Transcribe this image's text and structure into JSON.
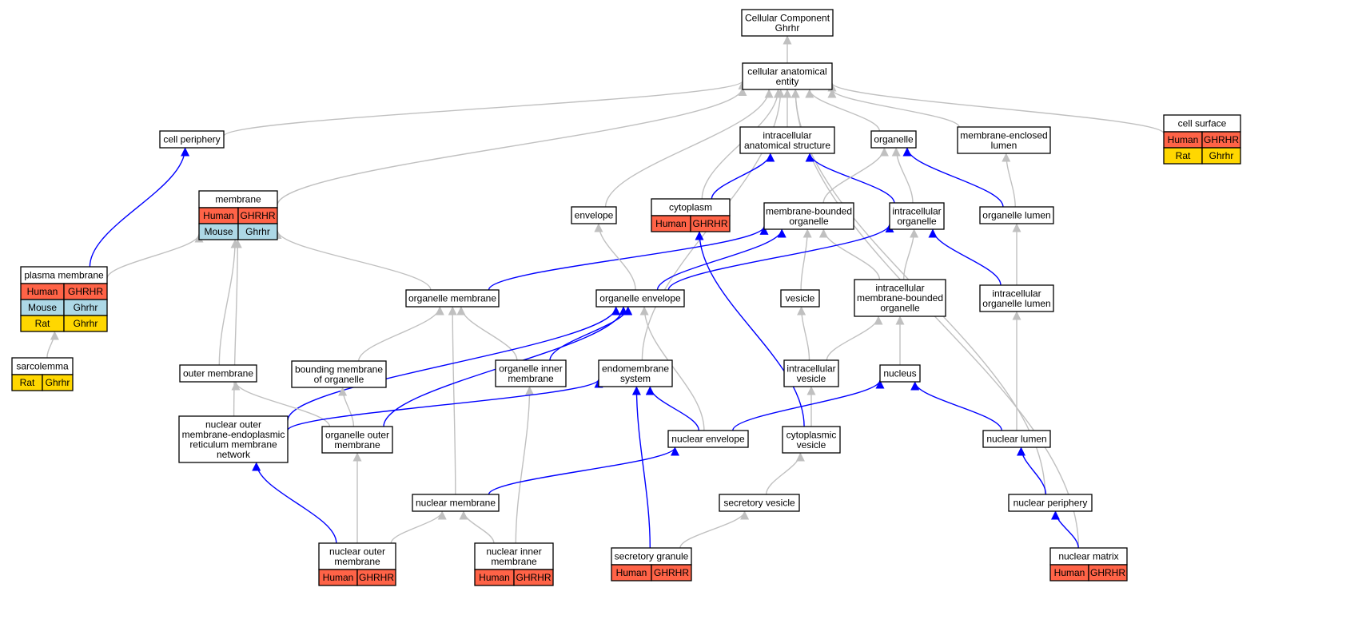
{
  "colors": {
    "human": "#ff6347",
    "mouse": "#add8e6",
    "rat": "#ffd700",
    "is_a_edge": "#c0c0c0",
    "part_of_edge": "#0000ff"
  },
  "nodes": [
    {
      "id": "root",
      "lines": [
        "Cellular Component",
        "Ghrhr"
      ]
    },
    {
      "id": "cae",
      "lines": [
        "cellular anatomical",
        "entity"
      ]
    },
    {
      "id": "cellperiph",
      "lines": [
        "cell periphery"
      ]
    },
    {
      "id": "ias",
      "lines": [
        "intracellular",
        "anatomical structure"
      ]
    },
    {
      "id": "organelle",
      "lines": [
        "organelle"
      ]
    },
    {
      "id": "mel",
      "lines": [
        "membrane-enclosed",
        "lumen"
      ]
    },
    {
      "id": "cellsurface",
      "lines": [
        "cell surface"
      ],
      "orgs": [
        [
          "Human",
          "GHRHR"
        ],
        [
          "Rat",
          "Ghrhr"
        ]
      ]
    },
    {
      "id": "membrane",
      "lines": [
        "membrane"
      ],
      "orgs": [
        [
          "Human",
          "GHRHR"
        ],
        [
          "Mouse",
          "Ghrhr"
        ]
      ]
    },
    {
      "id": "envelope",
      "lines": [
        "envelope"
      ]
    },
    {
      "id": "cytoplasm",
      "lines": [
        "cytoplasm"
      ],
      "orgs": [
        [
          "Human",
          "GHRHR"
        ]
      ]
    },
    {
      "id": "mbo",
      "lines": [
        "membrane-bounded",
        "organelle"
      ]
    },
    {
      "id": "io",
      "lines": [
        "intracellular",
        "organelle"
      ]
    },
    {
      "id": "ol",
      "lines": [
        "organelle lumen"
      ]
    },
    {
      "id": "pm",
      "lines": [
        "plasma membrane"
      ],
      "orgs": [
        [
          "Human",
          "GHRHR"
        ],
        [
          "Mouse",
          "Ghrhr"
        ],
        [
          "Rat",
          "Ghrhr"
        ]
      ]
    },
    {
      "id": "om",
      "lines": [
        "organelle membrane"
      ]
    },
    {
      "id": "oe",
      "lines": [
        "organelle envelope"
      ]
    },
    {
      "id": "vesicle",
      "lines": [
        "vesicle"
      ]
    },
    {
      "id": "imbo",
      "lines": [
        "intracellular",
        "membrane-bounded",
        "organelle"
      ]
    },
    {
      "id": "iol",
      "lines": [
        "intracellular",
        "organelle lumen"
      ]
    },
    {
      "id": "sarcolemma",
      "lines": [
        "sarcolemma"
      ],
      "orgs": [
        [
          "Rat",
          "Ghrhr"
        ]
      ]
    },
    {
      "id": "outermem",
      "lines": [
        "outer membrane"
      ]
    },
    {
      "id": "bmo",
      "lines": [
        "bounding membrane",
        "of organelle"
      ]
    },
    {
      "id": "oim",
      "lines": [
        "organelle inner",
        "membrane"
      ]
    },
    {
      "id": "endo",
      "lines": [
        "endomembrane",
        "system"
      ]
    },
    {
      "id": "iv",
      "lines": [
        "intracellular",
        "vesicle"
      ]
    },
    {
      "id": "nucleus",
      "lines": [
        "nucleus"
      ]
    },
    {
      "id": "nomer",
      "lines": [
        "nuclear outer",
        "membrane-endoplasmic",
        "reticulum membrane",
        "network"
      ]
    },
    {
      "id": "oom",
      "lines": [
        "organelle outer",
        "membrane"
      ]
    },
    {
      "id": "ne",
      "lines": [
        "nuclear envelope"
      ]
    },
    {
      "id": "cv",
      "lines": [
        "cytoplasmic",
        "vesicle"
      ]
    },
    {
      "id": "nl",
      "lines": [
        "nuclear lumen"
      ]
    },
    {
      "id": "nm",
      "lines": [
        "nuclear membrane"
      ]
    },
    {
      "id": "sv",
      "lines": [
        "secretory vesicle"
      ]
    },
    {
      "id": "np",
      "lines": [
        "nuclear periphery"
      ]
    },
    {
      "id": "nom",
      "lines": [
        "nuclear outer",
        "membrane"
      ],
      "orgs": [
        [
          "Human",
          "GHRHR"
        ]
      ]
    },
    {
      "id": "nim",
      "lines": [
        "nuclear inner",
        "membrane"
      ],
      "orgs": [
        [
          "Human",
          "GHRHR"
        ]
      ]
    },
    {
      "id": "sg",
      "lines": [
        "secretory granule"
      ],
      "orgs": [
        [
          "Human",
          "GHRHR"
        ]
      ]
    },
    {
      "id": "nmatrix",
      "lines": [
        "nuclear matrix"
      ],
      "orgs": [
        [
          "Human",
          "GHRHR"
        ]
      ]
    }
  ],
  "edges": [
    {
      "from": "cae",
      "to": "root",
      "type": "is_a"
    },
    {
      "from": "cellperiph",
      "to": "cae",
      "type": "is_a"
    },
    {
      "from": "ias",
      "to": "cae",
      "type": "is_a"
    },
    {
      "from": "organelle",
      "to": "cae",
      "type": "is_a"
    },
    {
      "from": "mel",
      "to": "cae",
      "type": "is_a"
    },
    {
      "from": "cellsurface",
      "to": "cae",
      "type": "is_a"
    },
    {
      "from": "membrane",
      "to": "cae",
      "type": "is_a"
    },
    {
      "from": "envelope",
      "to": "cae",
      "type": "is_a"
    },
    {
      "from": "cytoplasm",
      "to": "cae",
      "type": "is_a"
    },
    {
      "from": "endo",
      "to": "cae",
      "type": "is_a"
    },
    {
      "from": "np",
      "to": "cae",
      "type": "is_a"
    },
    {
      "from": "nmatrix",
      "to": "cae",
      "type": "is_a"
    },
    {
      "from": "cytoplasm",
      "to": "ias",
      "type": "part_of"
    },
    {
      "from": "io",
      "to": "ias",
      "type": "part_of"
    },
    {
      "from": "mbo",
      "to": "organelle",
      "type": "is_a"
    },
    {
      "from": "io",
      "to": "organelle",
      "type": "is_a"
    },
    {
      "from": "ol",
      "to": "organelle",
      "type": "part_of"
    },
    {
      "from": "ol",
      "to": "mel",
      "type": "is_a"
    },
    {
      "from": "pm",
      "to": "cellperiph",
      "type": "part_of"
    },
    {
      "from": "pm",
      "to": "membrane",
      "type": "is_a"
    },
    {
      "from": "om",
      "to": "membrane",
      "type": "is_a"
    },
    {
      "from": "outermem",
      "to": "membrane",
      "type": "is_a"
    },
    {
      "from": "nomer",
      "to": "membrane",
      "type": "is_a"
    },
    {
      "from": "om",
      "to": "mbo",
      "type": "part_of"
    },
    {
      "from": "oe",
      "to": "mbo",
      "type": "part_of"
    },
    {
      "from": "vesicle",
      "to": "mbo",
      "type": "is_a"
    },
    {
      "from": "imbo",
      "to": "mbo",
      "type": "is_a"
    },
    {
      "from": "oe",
      "to": "io",
      "type": "part_of"
    },
    {
      "from": "imbo",
      "to": "io",
      "type": "is_a"
    },
    {
      "from": "iol",
      "to": "io",
      "type": "part_of"
    },
    {
      "from": "iol",
      "to": "ol",
      "type": "is_a"
    },
    {
      "from": "oe",
      "to": "envelope",
      "type": "is_a"
    },
    {
      "from": "cv",
      "to": "cytoplasm",
      "type": "part_of"
    },
    {
      "from": "sarcolemma",
      "to": "pm",
      "type": "is_a"
    },
    {
      "from": "bmo",
      "to": "om",
      "type": "is_a"
    },
    {
      "from": "oim",
      "to": "om",
      "type": "is_a"
    },
    {
      "from": "nm",
      "to": "om",
      "type": "is_a"
    },
    {
      "from": "oim",
      "to": "oe",
      "type": "part_of"
    },
    {
      "from": "oom",
      "to": "oe",
      "type": "part_of"
    },
    {
      "from": "nomer",
      "to": "oe",
      "type": "part_of"
    },
    {
      "from": "ne",
      "to": "oe",
      "type": "is_a"
    },
    {
      "from": "iv",
      "to": "vesicle",
      "type": "is_a"
    },
    {
      "from": "iv",
      "to": "imbo",
      "type": "is_a"
    },
    {
      "from": "nucleus",
      "to": "imbo",
      "type": "is_a"
    },
    {
      "from": "nl",
      "to": "iol",
      "type": "is_a"
    },
    {
      "from": "oom",
      "to": "outermem",
      "type": "is_a"
    },
    {
      "from": "oom",
      "to": "bmo",
      "type": "is_a"
    },
    {
      "from": "nim",
      "to": "oim",
      "type": "is_a"
    },
    {
      "from": "nomer",
      "to": "endo",
      "type": "part_of"
    },
    {
      "from": "ne",
      "to": "endo",
      "type": "part_of"
    },
    {
      "from": "sg",
      "to": "endo",
      "type": "part_of"
    },
    {
      "from": "cv",
      "to": "iv",
      "type": "is_a"
    },
    {
      "from": "ne",
      "to": "nucleus",
      "type": "part_of"
    },
    {
      "from": "nl",
      "to": "nucleus",
      "type": "part_of"
    },
    {
      "from": "nom",
      "to": "nomer",
      "type": "part_of"
    },
    {
      "from": "nom",
      "to": "oom",
      "type": "is_a"
    },
    {
      "from": "nm",
      "to": "ne",
      "type": "part_of"
    },
    {
      "from": "sv",
      "to": "cv",
      "type": "is_a"
    },
    {
      "from": "np",
      "to": "nl",
      "type": "part_of"
    },
    {
      "from": "nom",
      "to": "nm",
      "type": "is_a"
    },
    {
      "from": "nim",
      "to": "nm",
      "type": "is_a"
    },
    {
      "from": "sg",
      "to": "sv",
      "type": "is_a"
    },
    {
      "from": "nmatrix",
      "to": "np",
      "type": "part_of"
    }
  ]
}
